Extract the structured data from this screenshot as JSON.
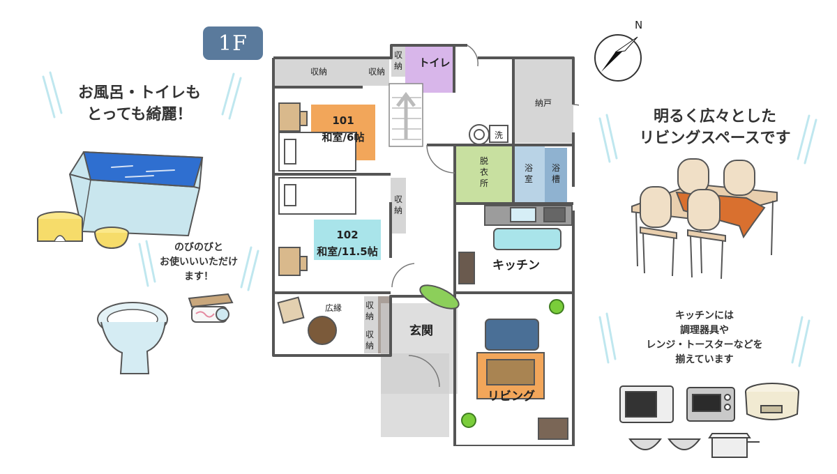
{
  "floor_label": "1F",
  "compass_label": "N",
  "captions": {
    "bath_toilet": "お風呂・トイレも\nとっても綺麗！",
    "relax": "のびのびと\nお使いいいただけ\nます！",
    "living": "明るく広々とした\nリビングスペースです",
    "kitchen": "キッチンには\n調理器具や\nレンジ・トースターなどを\n揃えています"
  },
  "rooms": {
    "storage_top": "収納",
    "storage_top_small": "収納",
    "storage_vert_top_1": "収",
    "storage_vert_top_2": "納",
    "toilet": "トイレ",
    "nando": "納戸",
    "room101_num": "101",
    "room101_name": "和室/6帖",
    "wash": "洗",
    "dressing_1": "脱",
    "dressing_2": "衣",
    "dressing_3": "所",
    "bath_1": "浴",
    "bath_2": "室",
    "tub_1": "浴",
    "tub_2": "槽",
    "storage_mid_1": "収",
    "storage_mid_2": "納",
    "room102_num": "102",
    "room102_name": "和室/11.5帖",
    "kitchen": "キッチン",
    "engawa": "広縁",
    "storage_low_a_1": "収",
    "storage_low_a_2": "納",
    "storage_low_b_1": "収",
    "storage_low_b_2": "納",
    "entrance": "玄関",
    "living": "リビング"
  },
  "colors": {
    "badge": "#5a7a9c",
    "wall": "#555555",
    "storage": "#d6d6d6",
    "toilet": "#d8b6ea",
    "room101": "#f2a65a",
    "room102": "#a9e4ea",
    "dressing": "#c8e0a0",
    "bath": "#b9d3e6",
    "sky_lines": "#bfe7ef"
  }
}
